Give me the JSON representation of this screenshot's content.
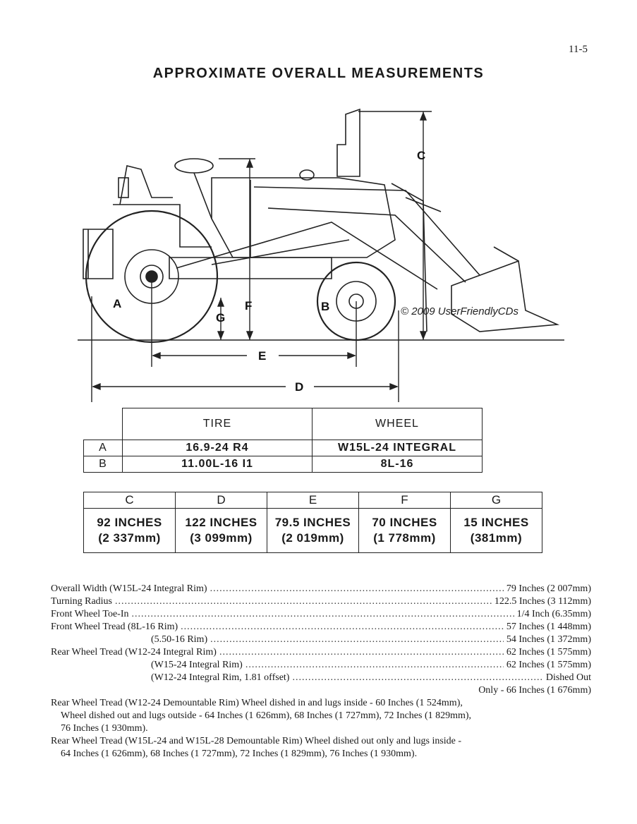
{
  "page_number": "11-5",
  "title": "APPROXIMATE OVERALL MEASUREMENTS",
  "diagram": {
    "labels": {
      "A": "A",
      "B": "B",
      "C": "C",
      "D": "D",
      "E": "E",
      "F": "F",
      "G": "G"
    },
    "copyright": "© 2009 UserFriendlyCDs"
  },
  "tire_table": {
    "headers": [
      "TIRE",
      "WHEEL"
    ],
    "rows": [
      {
        "label": "A",
        "tire": "16.9-24 R4",
        "wheel": "W15L-24 INTEGRAL"
      },
      {
        "label": "B",
        "tire": "11.00L-16 I1",
        "wheel": "8L-16"
      }
    ]
  },
  "dimension_table": {
    "headers": [
      "C",
      "D",
      "E",
      "F",
      "G"
    ],
    "values": [
      {
        "inches": "92 INCHES",
        "mm": "(2 337mm)"
      },
      {
        "inches": "122 INCHES",
        "mm": "(3 099mm)"
      },
      {
        "inches": "79.5 INCHES",
        "mm": "(2 019mm)"
      },
      {
        "inches": "70 INCHES",
        "mm": "(1 778mm)"
      },
      {
        "inches": "15 INCHES",
        "mm": "(381mm)"
      }
    ]
  },
  "specs": {
    "overall_width": {
      "label": "Overall Width (W15L-24 Integral Rim)",
      "value": "79 Inches (2 007mm)"
    },
    "turning_radius": {
      "label": "Turning Radius",
      "value": "122.5 Inches (3 112mm)"
    },
    "toe_in": {
      "label": "Front Wheel Toe-In",
      "value": "1/4 Inch (6.35mm)"
    },
    "front_tread_1": {
      "label": "Front Wheel Tread (8L-16 Rim)",
      "value": "57 Inches (1 448mm)"
    },
    "front_tread_2": {
      "label": "(5.50-16 Rim)",
      "value": "54 Inches (1 372mm)"
    },
    "rear_tread_1": {
      "label": "Rear Wheel Tread (W12-24 Integral Rim)",
      "value": "62 Inches (1 575mm)"
    },
    "rear_tread_2": {
      "label": "(W15-24 Integral Rim)",
      "value": "62 Inches (1 575mm)"
    },
    "rear_tread_3": {
      "label": "(W12-24 Integral Rim, 1.81 offset)",
      "value": "Dished Out"
    },
    "rear_tread_3_cont": "Only - 66 Inches (1 676mm)",
    "demountable_1": {
      "line1": "Rear Wheel Tread (W12-24 Demountable Rim) Wheel dished in and lugs inside - 60 Inches (1 524mm),",
      "line2": "Wheel dished out and lugs outside - 64 Inches (1 626mm), 68 Inches (1 727mm), 72 Inches (1 829mm),",
      "line3": "76 Inches (1 930mm)."
    },
    "demountable_2": {
      "line1": "Rear Wheel Tread (W15L-24 and W15L-28 Demountable Rim) Wheel dished out only and lugs inside -",
      "line2": "64 Inches (1 626mm), 68 Inches (1 727mm), 72 Inches (1 829mm), 76 Inches (1 930mm)."
    }
  }
}
